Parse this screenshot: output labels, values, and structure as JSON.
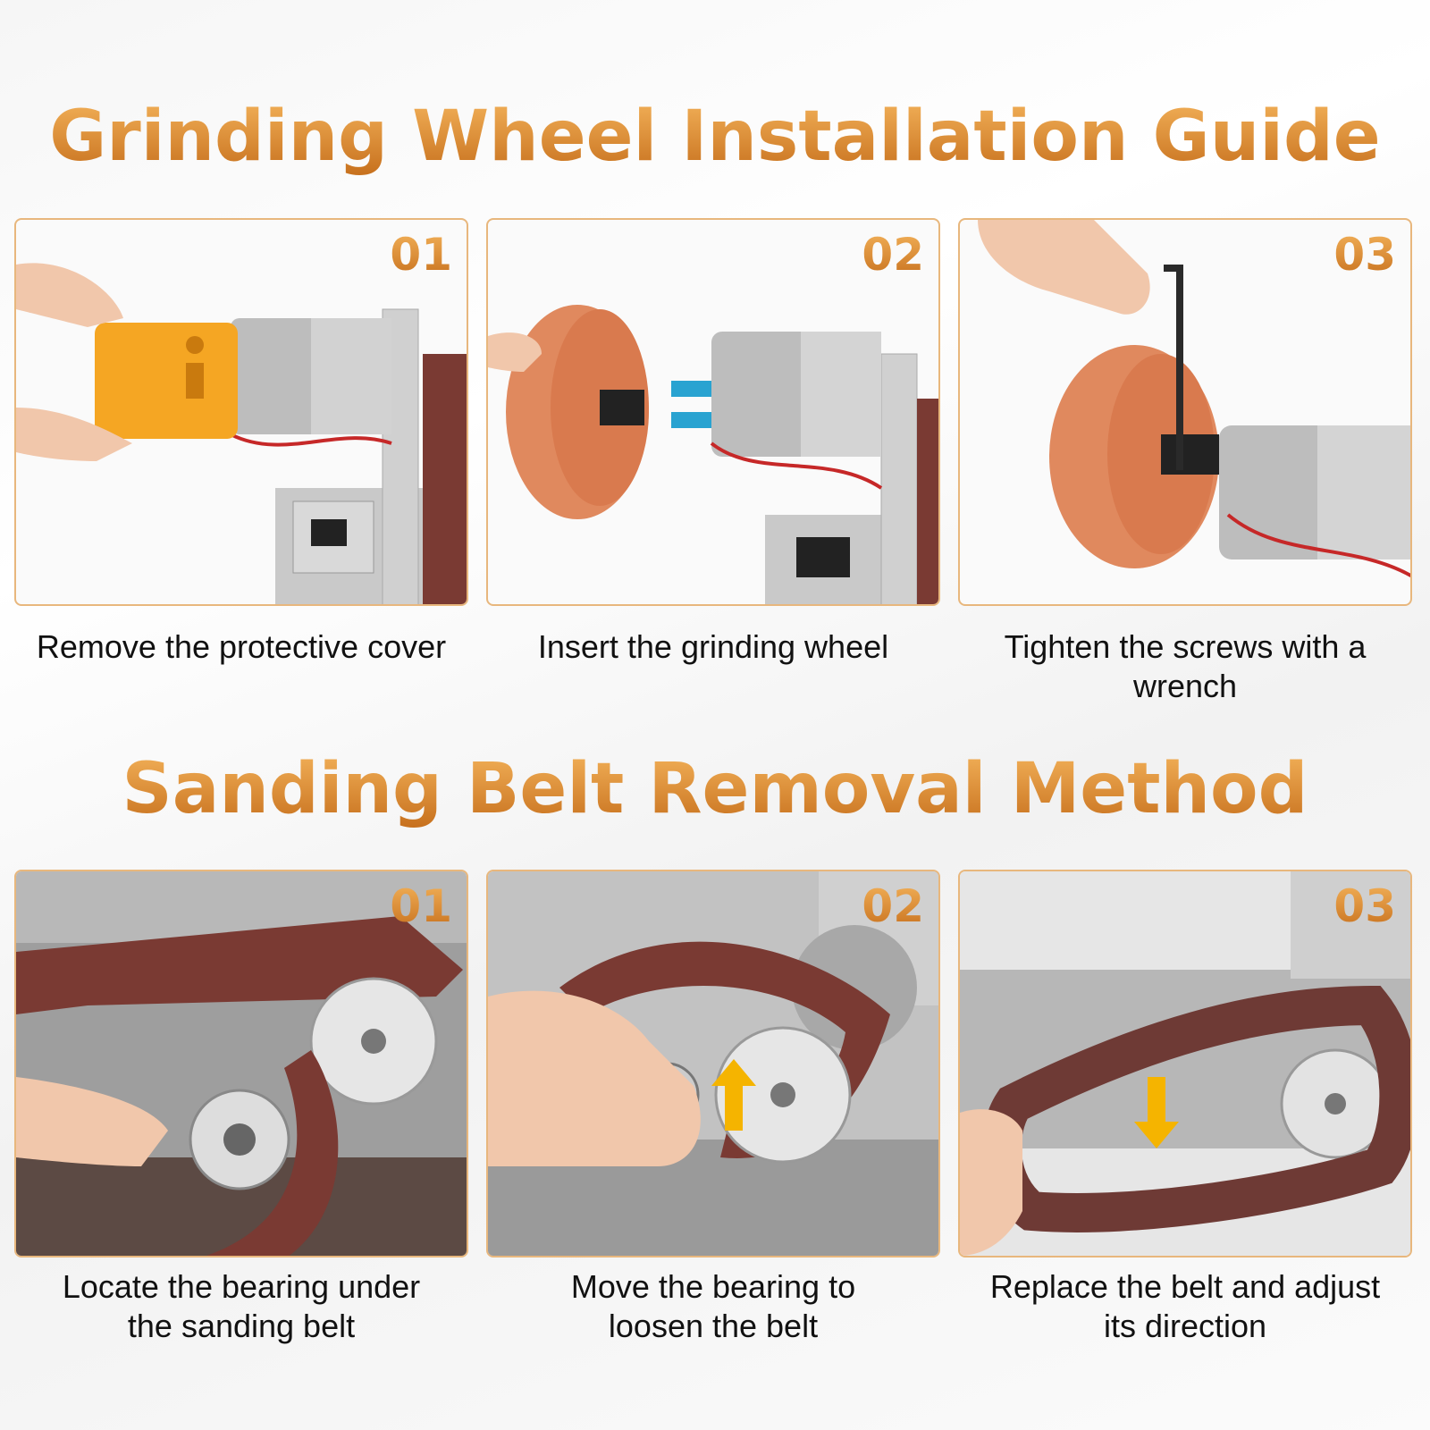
{
  "sections": [
    {
      "title": "Grinding Wheel Installation Guide",
      "steps": [
        {
          "num": "01",
          "caption": "Remove the protective cover"
        },
        {
          "num": "02",
          "caption": "Insert the grinding wheel"
        },
        {
          "num": "03",
          "caption": "Tighten the screws with a wrench"
        }
      ]
    },
    {
      "title": "Sanding Belt Removal Method",
      "steps": [
        {
          "num": "01",
          "caption": "Locate the bearing under the sanding belt"
        },
        {
          "num": "02",
          "caption": "Move the bearing to loosen the belt"
        },
        {
          "num": "03",
          "caption": "Replace the belt and adjust its direction"
        }
      ]
    }
  ],
  "colors": {
    "accent": "#d8862f",
    "border": "#e8b77d",
    "belt": "#7a3a33",
    "wheel": "#e0895e",
    "cover": "#f5a623"
  }
}
